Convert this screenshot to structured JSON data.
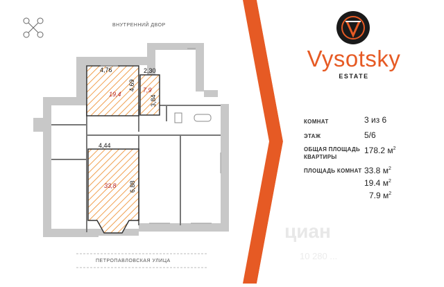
{
  "plan": {
    "courtyard_label": "ВНУТРЕННИЙ ДВОР",
    "street_label": "ПЕТРОПАВЛОВСКАЯ УЛИЦА",
    "dims": {
      "d476": "4,76",
      "d230": "2,30",
      "d469": "4,69",
      "d384": "3,84",
      "d444": "4,44",
      "d688": "6,88"
    },
    "areas": {
      "room1": "19,4",
      "room2": "7,9",
      "room3": "33,8"
    }
  },
  "brand": {
    "name": "Vysotsky",
    "sub": "ESTATE",
    "accent_color": "#e65a24"
  },
  "info": {
    "rooms_label": "КОМНАТ",
    "rooms_value": "3 из 6",
    "floor_label": "ЭТАЖ",
    "floor_value": "5/6",
    "total_label_1": "ОБЩАЯ ПЛОЩАДЬ",
    "total_label_2": "КВАРТИРЫ",
    "total_value": "178.2 м",
    "room_area_label": "ПЛОЩАДЬ КОМНАТ",
    "room_area_1": "33.8 м",
    "room_area_2": "19.4 м",
    "room_area_3": "7.9 м",
    "sup": "2"
  },
  "watermark": {
    "text": "циан",
    "sub": "10 280 ..."
  }
}
